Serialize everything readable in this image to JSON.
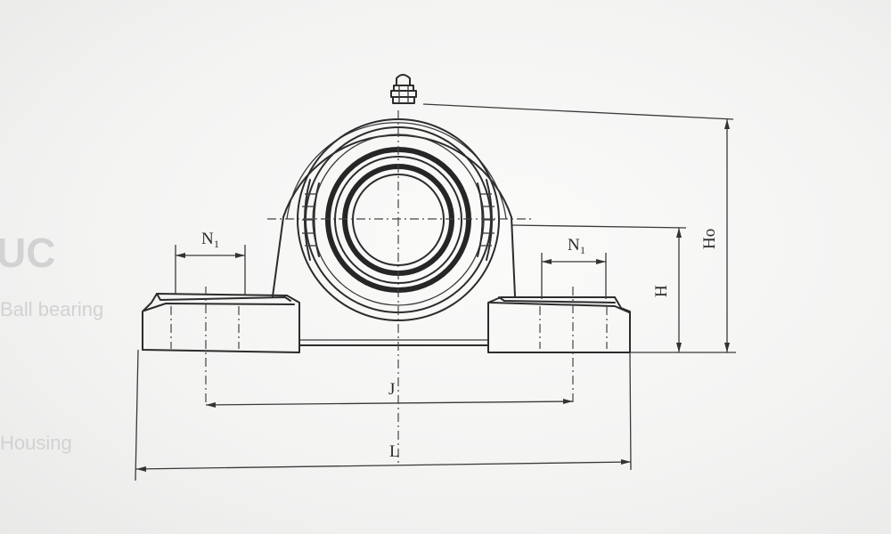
{
  "labels": {
    "n1_left": "N",
    "n1_left_sub": "1",
    "n1_right": "N",
    "n1_right_sub": "1",
    "h": "H",
    "h0": "Ho",
    "j": "J",
    "l": "L"
  },
  "colors": {
    "line": "#2c2c2c",
    "paper": "#f4f4f3"
  }
}
